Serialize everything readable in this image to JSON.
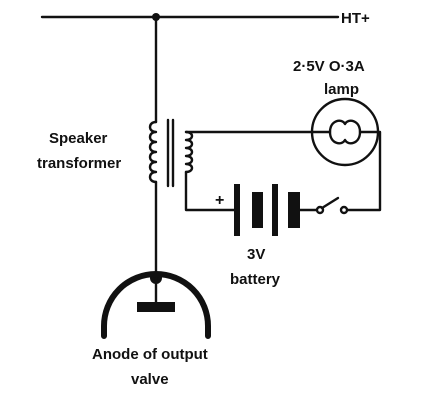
{
  "labels": {
    "ht": "HT+",
    "lamp_rating": "2·5V O·3A",
    "lamp": "lamp",
    "speaker_line1": "Speaker",
    "speaker_line2": "transformer",
    "battery_voltage": "3V",
    "battery": "battery",
    "battery_plus": "+",
    "anode_line1": "Anode of output",
    "anode_line2": "valve"
  },
  "colors": {
    "ink": "#111111",
    "paper": "#ffffff"
  }
}
